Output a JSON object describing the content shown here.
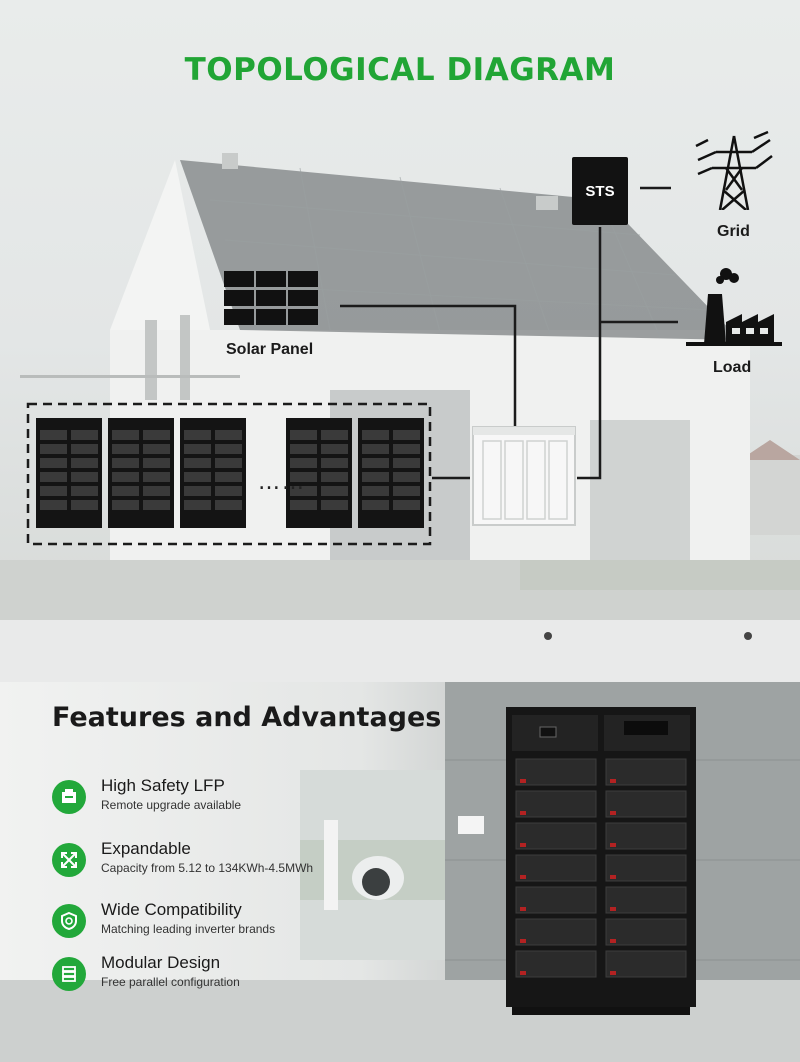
{
  "diagram": {
    "title": "TOPOLOGICAL DIAGRAM",
    "solar_panel_label": "Solar Panel",
    "sts_label": "STS",
    "grid_label": "Grid",
    "load_label": "Load",
    "ellipsis": "……"
  },
  "features": {
    "title": "Features and Advantages",
    "items": [
      {
        "title": "High Safety LFP",
        "subtitle": "Remote upgrade available",
        "icon": "battery-icon"
      },
      {
        "title": "Expandable",
        "subtitle": "Capacity from 5.12 to 134KWh-4.5MWh",
        "icon": "expand-arrows-icon"
      },
      {
        "title": "Wide Compatibility",
        "subtitle": "Matching leading inverter brands",
        "icon": "compatibility-shield-icon"
      },
      {
        "title": "Modular Design",
        "subtitle": "Free parallel configuration",
        "icon": "stacked-modules-icon"
      }
    ]
  },
  "colors": {
    "accent": "#21a535",
    "line": "#1b1b1b"
  }
}
